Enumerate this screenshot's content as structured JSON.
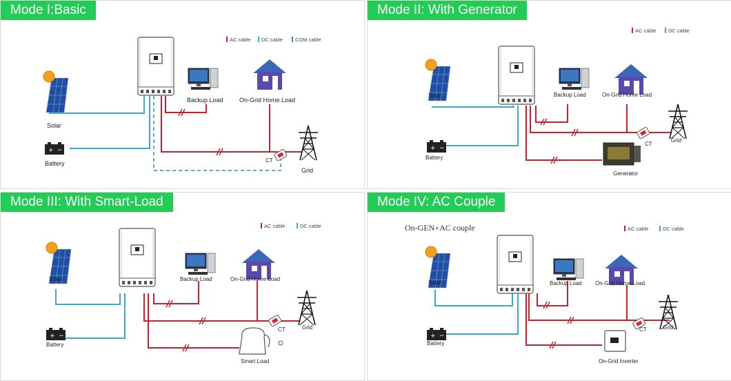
{
  "colors": {
    "mode_tag": "#22cc55",
    "ac_cable": "#c8202e",
    "dc_cable": "#3aa7cc",
    "com_cable": "#2a9a7a"
  },
  "panels": [
    {
      "title": "Mode I:Basic",
      "legend": {
        "ac": "AC cable",
        "dc": "DC cable",
        "com": "COM cable"
      },
      "labels": {
        "solar": "Solar",
        "battery": "Battery",
        "backup_load": "Backup Load",
        "home_load": "On-Grid Home Load",
        "ct": "CT",
        "grid": "Grid"
      }
    },
    {
      "title": "Mode II: With Generator",
      "legend": {
        "ac": "AC cable",
        "dc": "DC cable"
      },
      "labels": {
        "solar": "Solar",
        "battery": "Battery",
        "backup_load": "Backup Load",
        "home_load": "On-Grid Home Load",
        "ct": "CT",
        "grid": "Grid",
        "generator": "Generator"
      }
    },
    {
      "title": "Mode III: With Smart-Load",
      "legend": {
        "ac": "AC cable",
        "dc": "DC cable"
      },
      "labels": {
        "solar": "Solar",
        "battery": "Battery",
        "backup_load": "Backup Load",
        "home_load": "On-Grid Home Load",
        "ct": "CT",
        "grid": "Grid",
        "smart_load": "Smart Load"
      }
    },
    {
      "title": "Mode IV: AC Couple",
      "subtitle": "On-GEN+AC couple",
      "legend": {
        "ac": "AC cable",
        "dc": "DC cable"
      },
      "labels": {
        "solar": "Solar",
        "battery": "Battery",
        "backup_load": "Backup Load",
        "home_load": "On-Grid Home Load",
        "ct": "CT",
        "grid": "Grid",
        "inverter": "On-Grid Inverter"
      }
    }
  ]
}
